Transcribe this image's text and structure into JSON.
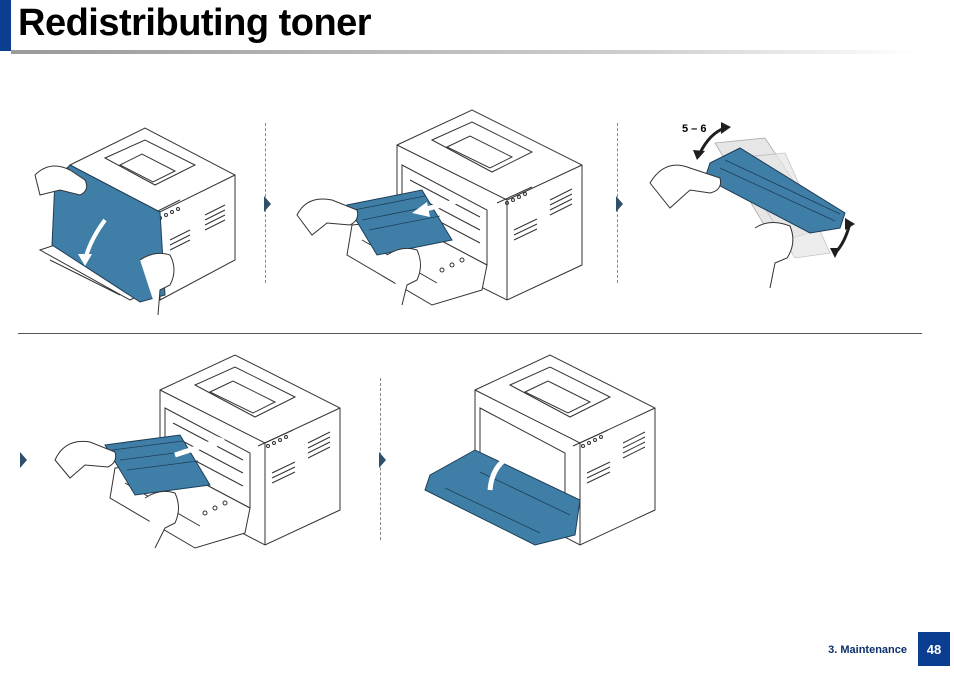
{
  "page": {
    "title": "Redistributing toner",
    "footer": {
      "section": "3. Maintenance",
      "page_number": "48"
    }
  },
  "steps": [
    {
      "step": 1,
      "icons": [
        "printer-icon",
        "hand-icon",
        "front-cover-open-arrow-icon"
      ]
    },
    {
      "step": 2,
      "icons": [
        "printer-icon",
        "hand-icon",
        "toner-cartridge-icon",
        "pull-out-arrow-icon"
      ]
    },
    {
      "step": 3,
      "label": "5 – 6",
      "icons": [
        "toner-cartridge-icon",
        "hand-icon",
        "shake-arrow-icon"
      ]
    },
    {
      "step": 4,
      "icons": [
        "printer-icon",
        "hand-icon",
        "toner-cartridge-icon",
        "insert-arrow-icon"
      ]
    },
    {
      "step": 5,
      "icons": [
        "printer-icon",
        "front-cover-close-arrow-icon"
      ]
    }
  ],
  "colors": {
    "accent": "#0b3d91",
    "cartridge": "#3f7ea6",
    "line_art": "#333333"
  }
}
